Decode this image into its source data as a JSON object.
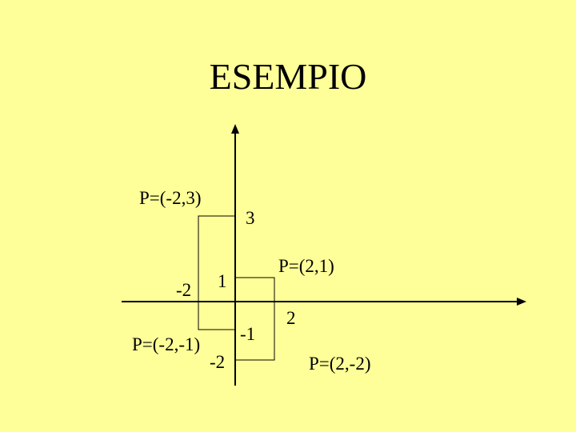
{
  "slide": {
    "title": "ESEMPIO"
  },
  "points": [
    {
      "label": "P=(-2,3)",
      "x": -2,
      "y": 3
    },
    {
      "label": "P=(2,1)",
      "x": 2,
      "y": 1
    },
    {
      "label": "P=(-2,-1)",
      "x": -2,
      "y": -1
    },
    {
      "label": "P=(2,-2)",
      "x": 2,
      "y": -2
    }
  ],
  "ticks": {
    "y_pos_3": "3",
    "y_pos_1": "1",
    "y_neg_1": "-1",
    "y_neg_2": "-2",
    "x_neg_2": "-2",
    "x_pos_2": "2"
  }
}
